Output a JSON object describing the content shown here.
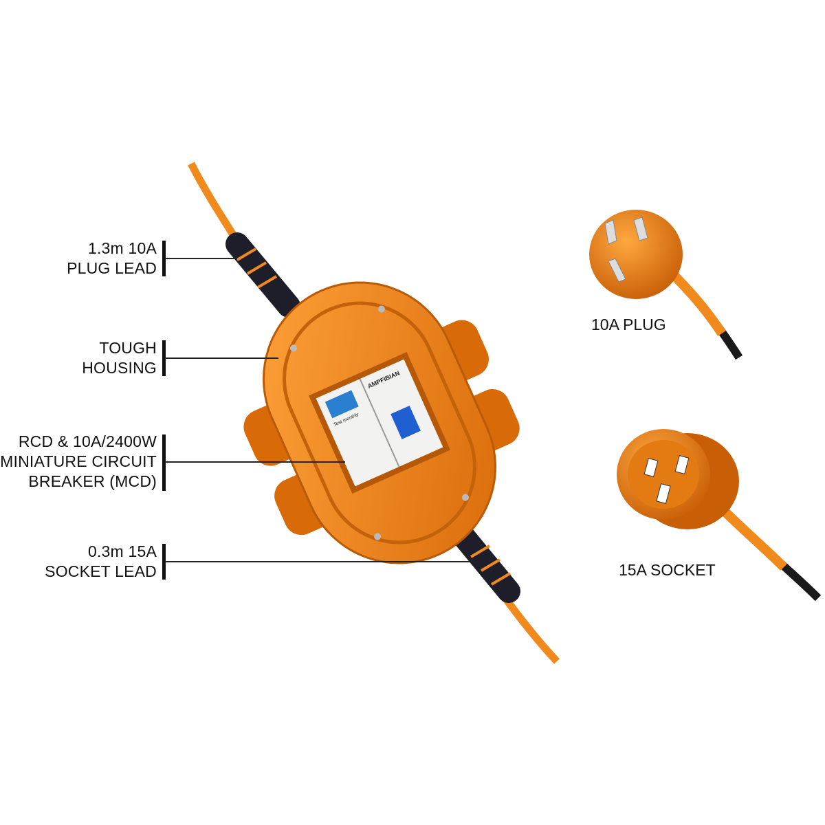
{
  "callouts": [
    {
      "lines": [
        "1.3m 10A",
        "PLUG LEAD"
      ]
    },
    {
      "lines": [
        "TOUGH",
        "HOUSING"
      ]
    },
    {
      "lines": [
        "RCD & 10A/2400W",
        "MINIATURE CIRCUIT",
        "BREAKER (MCD)"
      ]
    },
    {
      "lines": [
        "0.3m 15A",
        "SOCKET LEAD"
      ]
    }
  ],
  "plug_caption": "10A PLUG",
  "socket_caption": "15A SOCKET",
  "colors": {
    "orange": "#f08a1c",
    "dark_orange": "#c4620a",
    "cable_sleeve": "#1e1e2a",
    "text": "#111111"
  },
  "device_labels": {
    "brand": "AMPFIBIAN",
    "test": "Test monthly"
  }
}
